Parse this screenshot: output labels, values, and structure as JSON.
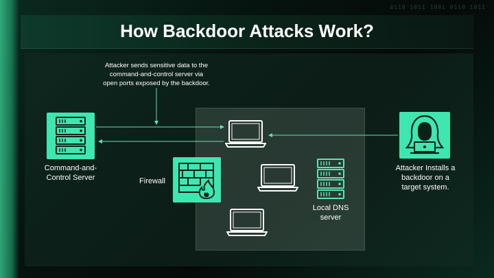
{
  "title": "How Backdoor Attacks Work?",
  "annotation": {
    "line1": "Attacker sends sensitive data to the",
    "line2": "command-and-control server via",
    "line3": "open ports exposed by the backdoor."
  },
  "nodes": {
    "cnc_server": {
      "line1": "Command-and-",
      "line2": "Control Server",
      "icon": "server-rack-icon"
    },
    "firewall": {
      "label": "Firewall",
      "icon": "firewall-icon"
    },
    "dns_server": {
      "line1": "Local DNS",
      "line2": "server",
      "icon": "server-rack-icon"
    },
    "attacker": {
      "line1": "Attacker Installs a",
      "line2": "backdoor on a",
      "line3": "target system.",
      "icon": "hacker-icon"
    },
    "laptops": [
      "laptop-icon",
      "laptop-icon",
      "laptop-icon"
    ]
  },
  "colors": {
    "accent": "#3ee6b0",
    "line": "#5fe3b3",
    "background": "#06130f"
  }
}
